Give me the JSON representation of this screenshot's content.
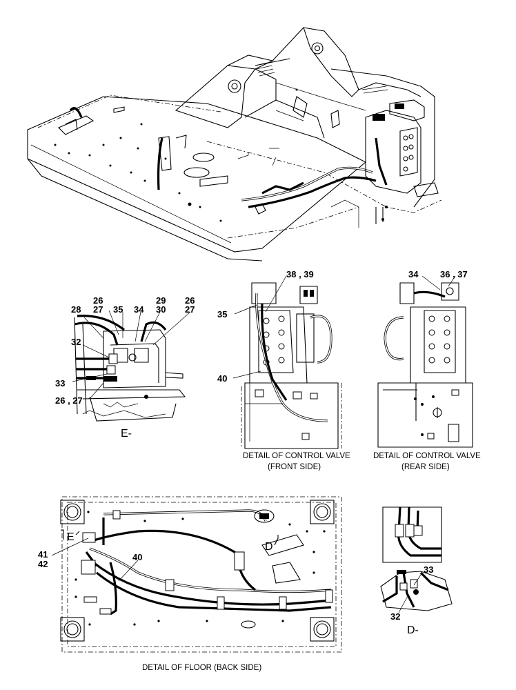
{
  "callouts": {
    "e_view": {
      "n26a": "26",
      "n27a": "27",
      "n28": "28",
      "n35": "35",
      "n34": "34",
      "n29": "29",
      "n30": "30",
      "n26b": "26",
      "n27b": "27",
      "n32": "32",
      "n33": "33",
      "n26_27": "26 , 27"
    },
    "front_valve": {
      "n38_39": "38 , 39",
      "n35": "35",
      "n40": "40"
    },
    "rear_valve": {
      "n34": "34",
      "n36_37": "36 , 37"
    },
    "floor": {
      "n41": "41",
      "n42": "42",
      "n40": "40"
    },
    "d_view": {
      "n33": "33",
      "n32": "32"
    }
  },
  "view_labels": {
    "e": "E-",
    "d": "D-",
    "floor_e_marker": "E",
    "floor_d_marker": "D"
  },
  "captions": {
    "front_line1": "DETAIL OF CONTROL VALVE",
    "front_line2": "(FRONT SIDE)",
    "rear_line1": "DETAIL OF CONTROL VALVE",
    "rear_line2": "(REAR SIDE)",
    "floor": "DETAIL OF FLOOR (BACK SIDE)"
  }
}
